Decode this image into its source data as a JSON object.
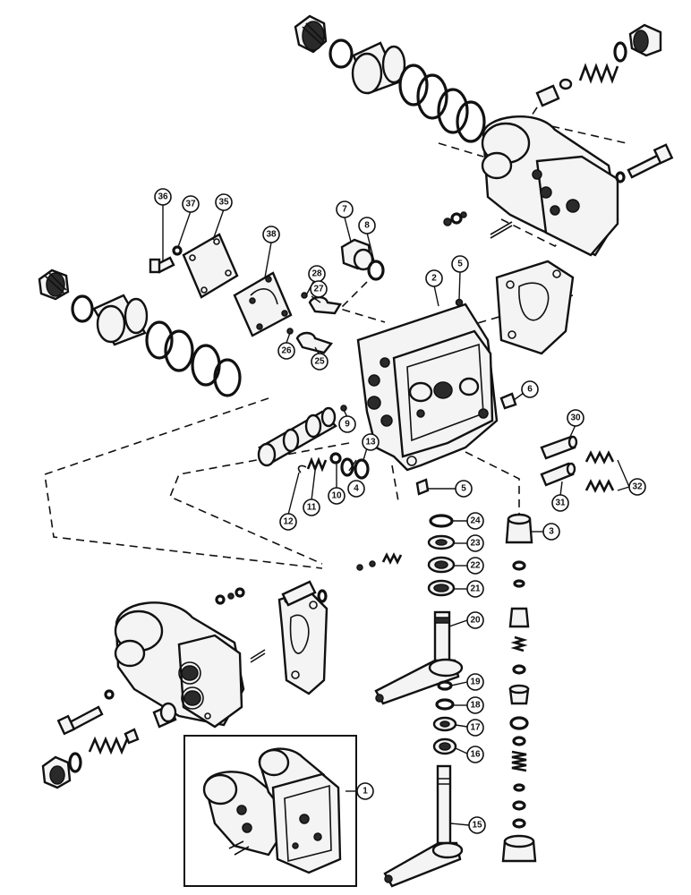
{
  "callouts": [
    {
      "id": "1",
      "label": "1"
    },
    {
      "id": "2",
      "label": "2"
    },
    {
      "id": "3",
      "label": "3"
    },
    {
      "id": "4",
      "label": "4"
    },
    {
      "id": "5a",
      "label": "5"
    },
    {
      "id": "5b",
      "label": "5"
    },
    {
      "id": "6",
      "label": "6"
    },
    {
      "id": "7",
      "label": "7"
    },
    {
      "id": "8",
      "label": "8"
    },
    {
      "id": "9",
      "label": "9"
    },
    {
      "id": "10",
      "label": "10"
    },
    {
      "id": "11",
      "label": "11"
    },
    {
      "id": "12",
      "label": "12"
    },
    {
      "id": "13",
      "label": "13"
    },
    {
      "id": "15",
      "label": "15"
    },
    {
      "id": "16",
      "label": "16"
    },
    {
      "id": "17",
      "label": "17"
    },
    {
      "id": "18",
      "label": "18"
    },
    {
      "id": "19",
      "label": "19"
    },
    {
      "id": "20",
      "label": "20"
    },
    {
      "id": "21",
      "label": "21"
    },
    {
      "id": "22",
      "label": "22"
    },
    {
      "id": "23",
      "label": "23"
    },
    {
      "id": "24",
      "label": "24"
    },
    {
      "id": "25",
      "label": "25"
    },
    {
      "id": "26",
      "label": "26"
    },
    {
      "id": "27",
      "label": "27"
    },
    {
      "id": "28",
      "label": "28"
    },
    {
      "id": "30",
      "label": "30"
    },
    {
      "id": "31",
      "label": "31"
    },
    {
      "id": "32",
      "label": "32"
    },
    {
      "id": "35",
      "label": "35"
    },
    {
      "id": "36",
      "label": "36"
    },
    {
      "id": "37",
      "label": "37"
    },
    {
      "id": "38",
      "label": "38"
    }
  ]
}
